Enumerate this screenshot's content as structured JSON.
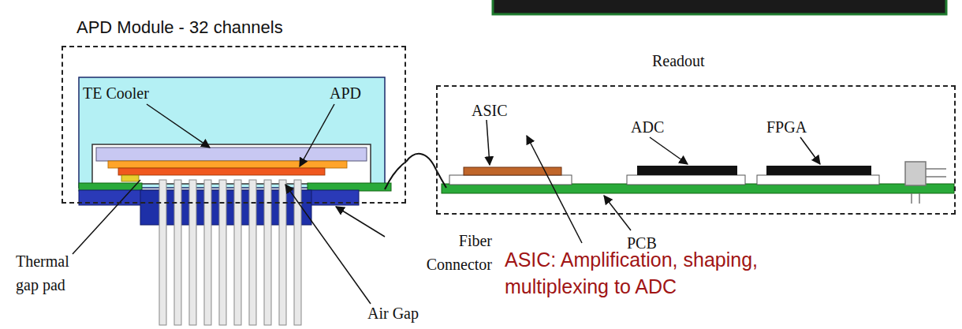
{
  "diagram": {
    "nodes": [
      {
        "text": [
          "APD Module - 32 channels"
        ]
      },
      {
        "text": [
          "Readout"
        ]
      }
    ],
    "edges": [
      {
        "from": 0,
        "to": 1,
        "arrow": "none"
      }
    ],
    "labels": [
      "TE Cooler",
      "APD",
      "ASIC",
      "ADC",
      "FPGA",
      "Thermal gap pad",
      "Fiber Connector",
      "PCB",
      "ASIC: Amplification, shaping, multiplexing to ADC",
      "Air Gap"
    ]
  }
}
